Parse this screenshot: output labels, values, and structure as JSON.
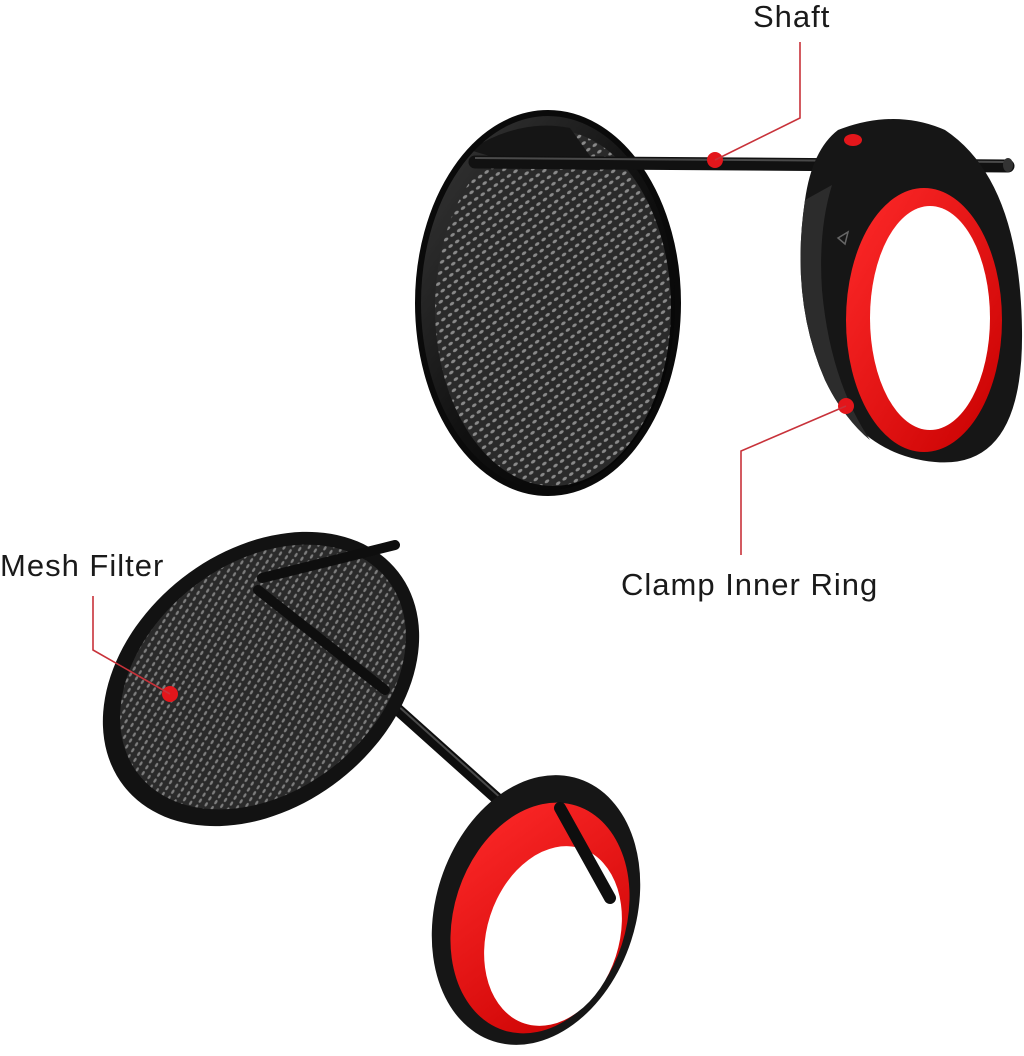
{
  "callouts": {
    "shaft": "Shaft",
    "clamp_inner_ring": "Clamp Inner Ring",
    "mesh_filter": "Mesh Filter"
  },
  "colors": {
    "accent": "#e3161b",
    "body": "#1b1b1b",
    "leader": "#c8323a",
    "text": "#1a1a1a"
  }
}
